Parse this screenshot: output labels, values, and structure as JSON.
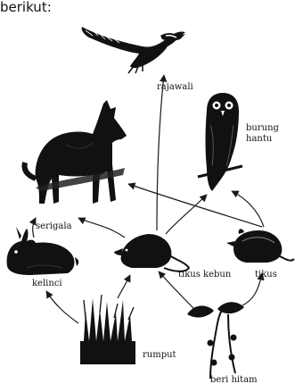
{
  "header": {
    "text": "berikut:"
  },
  "organisms": {
    "rajawali": "rajawali",
    "burung_hantu_1": "burung",
    "burung_hantu_2": "hantu",
    "serigala": "serigala",
    "kelinci": "kelinci",
    "tikus_kebun": "tikus kebun",
    "tikus": "tikus",
    "rumput": "rumput",
    "beri_hitam": "beri hitam"
  },
  "arrows": [
    {
      "from": "rumput",
      "to": "kelinci"
    },
    {
      "from": "rumput",
      "to": "tikus kebun"
    },
    {
      "from": "beri hitam",
      "to": "tikus kebun"
    },
    {
      "from": "beri hitam",
      "to": "tikus"
    },
    {
      "from": "kelinci",
      "to": "serigala"
    },
    {
      "from": "tikus kebun",
      "to": "serigala"
    },
    {
      "from": "tikus kebun",
      "to": "rajawali"
    },
    {
      "from": "tikus kebun",
      "to": "burung hantu"
    },
    {
      "from": "tikus",
      "to": "serigala"
    },
    {
      "from": "tikus",
      "to": "burung hantu"
    }
  ]
}
